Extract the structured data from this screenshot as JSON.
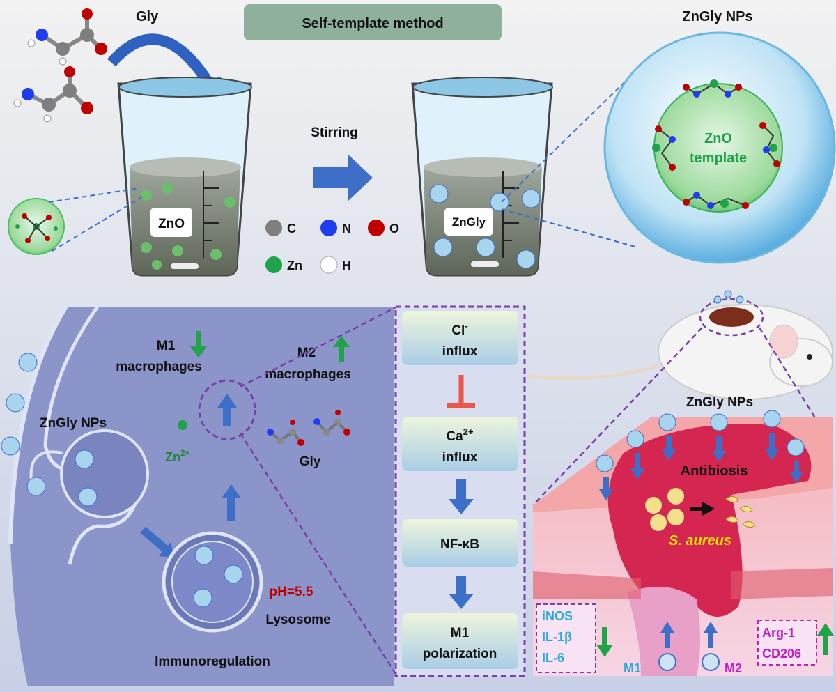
{
  "top": {
    "banner": "Self-template method",
    "gly_label": "Gly",
    "stirring_label": "Stirring",
    "beaker1_label": "ZnO",
    "beaker2_label": "ZnGly",
    "np_title": "ZnGly NPs",
    "template_line1": "ZnO",
    "template_line2": "template",
    "legend": [
      {
        "symbol": "C",
        "color": "#7f7f7f"
      },
      {
        "symbol": "N",
        "color": "#1f3cf0"
      },
      {
        "symbol": "O",
        "color": "#c00000"
      },
      {
        "symbol": "Zn",
        "color": "#1fa24a"
      },
      {
        "symbol": "H",
        "color": "#ffffff"
      }
    ]
  },
  "cell": {
    "nps_label": "ZnGly NPs",
    "m1_line1": "M1",
    "m1_line2": "macrophages",
    "m2_line1": "M2",
    "m2_line2": "macrophages",
    "zn_label": "Zn",
    "zn_sup": "2+",
    "gly_label": "Gly",
    "ph_label": "pH=5.5",
    "lysosome_label": "Lysosome",
    "immuno_label": "Immunoregulation"
  },
  "pathway": {
    "step1_line1": "Cl",
    "step1_sup": "-",
    "step1_line2": "influx",
    "step2_line1": "Ca",
    "step2_sup": "2+",
    "step2_line2": "influx",
    "step3": "NF-κB",
    "step4_line1": "M1",
    "step4_line2": "polarization"
  },
  "wound": {
    "nps_label": "ZnGly NPs",
    "antibiosis": "Antibiosis",
    "bacteria": "S. aureus",
    "m1_markers": [
      "iNOS",
      "IL-1β",
      "IL-6"
    ],
    "m2_markers": [
      "Arg-1",
      "CD206"
    ],
    "m1_label": "M1",
    "m2_label": "M2"
  },
  "colors": {
    "banner_bg": "#8fb09b",
    "cell_bg": "#8b95c9",
    "arrow_blue": "#3d6fc9",
    "green_arrow": "#21a34a",
    "inhibit_red": "#e8574a",
    "purple_dash": "#7a3fa8",
    "zn_text": "#1e8a3a",
    "ph_text": "#c00000",
    "marker_cyan": "#2aa8e0",
    "marker_magenta": "#c020c0",
    "bacteria_text": "#ffe600"
  }
}
